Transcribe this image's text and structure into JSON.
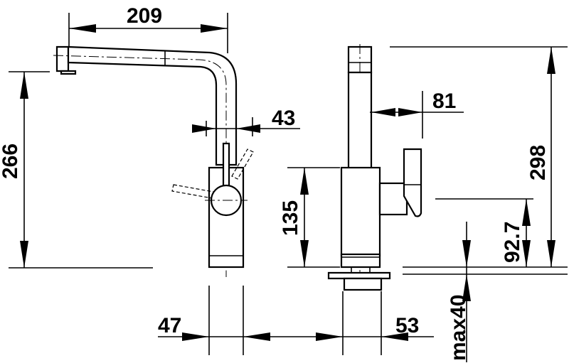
{
  "drawing": {
    "line_color": "#000000",
    "background": "#ffffff",
    "dimensions": {
      "spout_reach": "209",
      "spout_height": "266",
      "spout_diameter": "43",
      "base_diameter": "47",
      "total_height": "298",
      "spout_offset": "81",
      "body_height": "135",
      "lever_height": "92.7",
      "base_depth": "53",
      "countertop_thickness": "max40"
    }
  }
}
